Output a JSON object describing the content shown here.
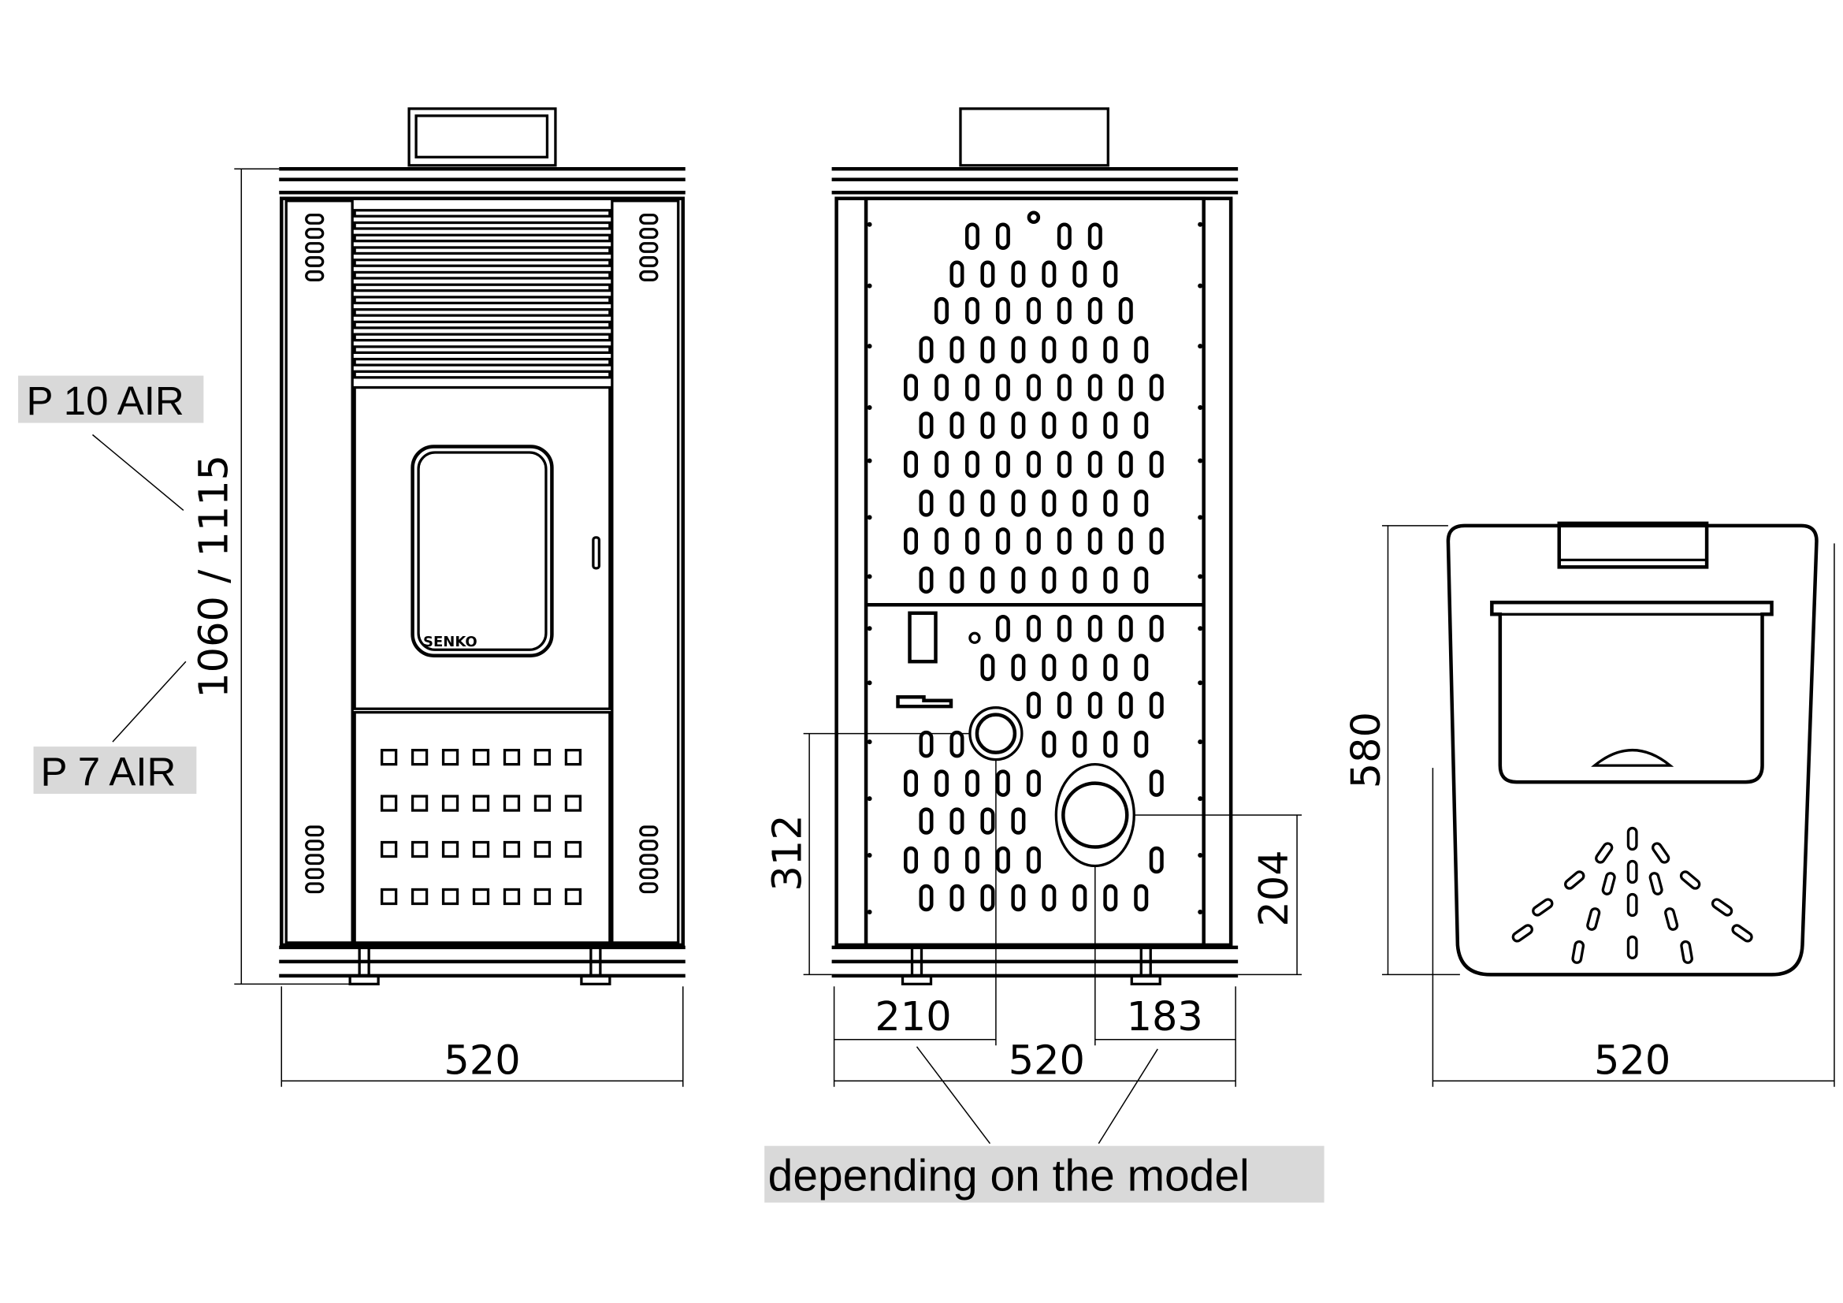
{
  "labels": {
    "p10": "P 10 AIR",
    "p7": "P 7 AIR",
    "height": "1060 / 1115",
    "note": "depending on the model",
    "brand": "SENKO"
  },
  "dimensions": {
    "front_width": "520",
    "back_width": "520",
    "top_width": "520",
    "depth": "580",
    "pipe_small_height": "312",
    "pipe_large_height": "204",
    "pipe_small_offset": "210",
    "pipe_large_offset": "183"
  },
  "colors": {
    "line": "#000000",
    "label_bg": "#d9d9d9"
  }
}
